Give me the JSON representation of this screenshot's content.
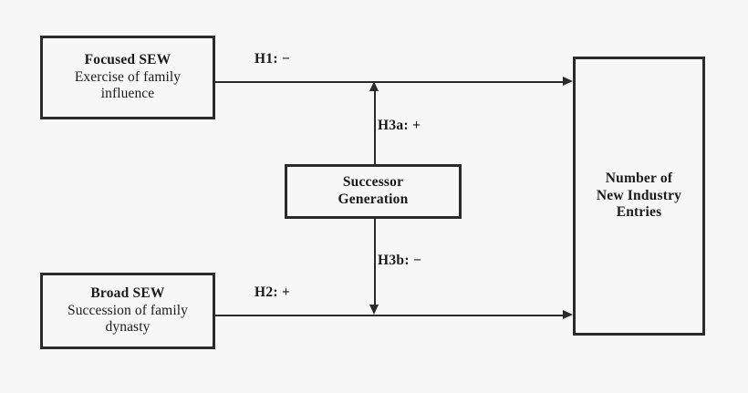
{
  "diagram": {
    "type": "conceptual-model",
    "background_color": "#f7f7f7",
    "line_color": "#2b2b2b",
    "nodes": [
      {
        "id": "focused-sew",
        "title": "Focused SEW",
        "subtitle_line1": "Exercise of family",
        "subtitle_line2": "influence"
      },
      {
        "id": "broad-sew",
        "title": "Broad SEW",
        "subtitle_line1": "Succession of family",
        "subtitle_line2": "dynasty"
      },
      {
        "id": "successor-generation",
        "title_line1": "Successor",
        "title_line2": "Generation"
      },
      {
        "id": "new-industry-entries",
        "title_line1": "Number of",
        "title_line2": "New Industry",
        "title_line3": "Entries"
      }
    ],
    "edges": [
      {
        "id": "h1",
        "label": "H1: −",
        "from": "focused-sew",
        "to": "new-industry-entries",
        "sign": "−",
        "direction": "right"
      },
      {
        "id": "h2",
        "label": "H2: +",
        "from": "broad-sew",
        "to": "new-industry-entries",
        "sign": "+",
        "direction": "right"
      },
      {
        "id": "h3a",
        "label": "H3a: +",
        "from": "successor-generation",
        "to": "h1",
        "sign": "+",
        "direction": "up"
      },
      {
        "id": "h3b",
        "label": "H3b: −",
        "from": "successor-generation",
        "to": "h2",
        "sign": "−",
        "direction": "down"
      }
    ]
  }
}
